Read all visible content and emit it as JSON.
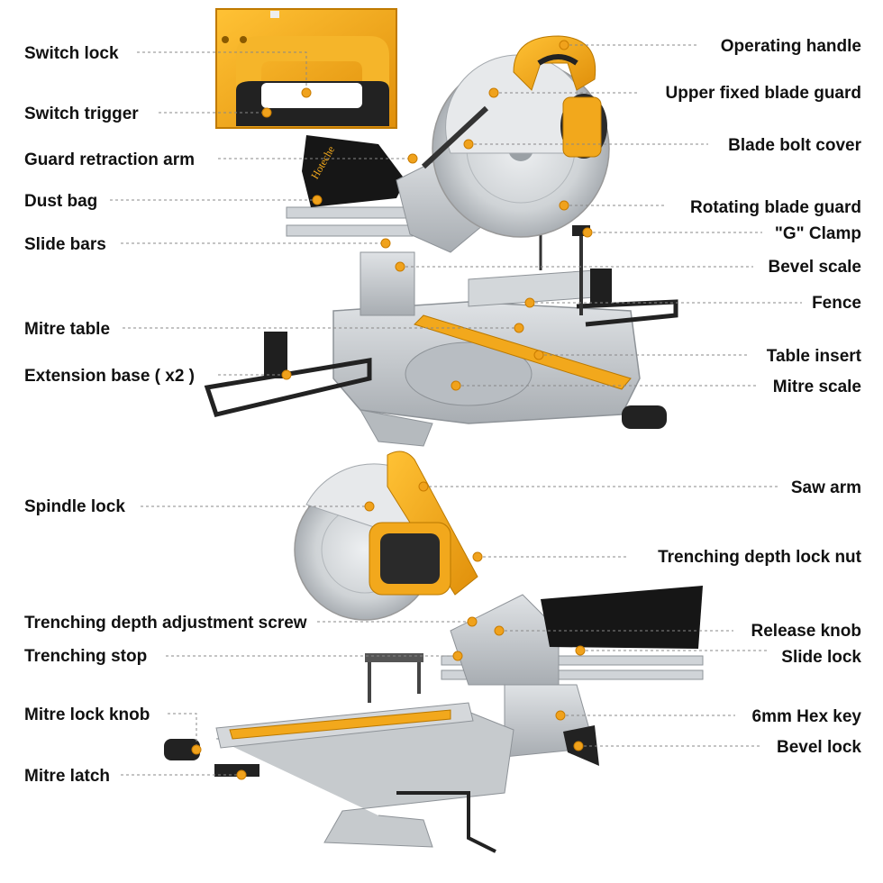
{
  "diagram": {
    "brand_mark": "Hoteche",
    "labels": {
      "switch_lock": "Switch lock",
      "switch_trigger": "Switch trigger",
      "guard_retraction_arm": "Guard retraction arm",
      "dust_bag": "Dust bag",
      "slide_bars": "Slide bars",
      "mitre_table": "Mitre table",
      "extension_base": "Extension base ( x2 )",
      "operating_handle": "Operating handle",
      "upper_fixed_blade_guard": "Upper fixed blade guard",
      "blade_bolt_cover": "Blade bolt cover",
      "rotating_blade_guard": "Rotating blade guard",
      "g_clamp": "\"G\" Clamp",
      "bevel_scale": "Bevel scale",
      "fence": "Fence",
      "table_insert": "Table insert",
      "mitre_scale": "Mitre scale",
      "spindle_lock": "Spindle lock",
      "trenching_depth_adjustment_screw": "Trenching depth adjustment screw",
      "trenching_stop": "Trenching stop",
      "mitre_lock_knob": "Mitre lock knob",
      "mitre_latch": "Mitre latch",
      "saw_arm": "Saw arm",
      "trenching_depth_lock_nut": "Trenching depth lock nut",
      "release_knob": "Release knob",
      "slide_lock": "Slide lock",
      "hex_key": "6mm Hex key",
      "bevel_lock": "Bevel lock"
    },
    "colors": {
      "tool_yellow": "#f2a81c",
      "tool_black": "#1e1e1e",
      "casting_silver": "#c4c8cc",
      "blade_silver": "#d7dadd",
      "leader_dot": "#f0a21c"
    }
  }
}
